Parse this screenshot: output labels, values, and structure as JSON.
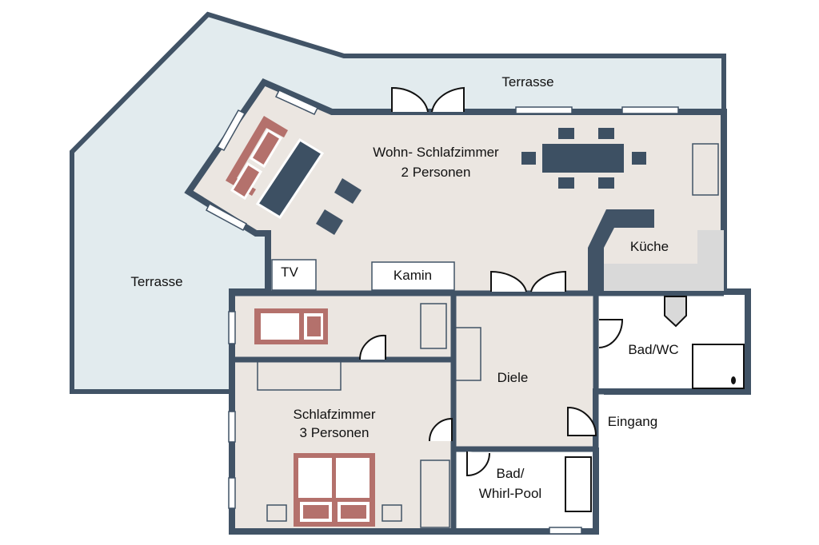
{
  "colors": {
    "wall": "#415366",
    "floor": "#ebe6e1",
    "terrace": "#e2ebee",
    "furniture_red": "#b4716c",
    "furniture_dark": "#3d5063",
    "kitchen_counter": "#d9d9d9"
  },
  "rooms": {
    "terrace_top": "Terrasse",
    "terrace_left": "Terrasse",
    "living_line1": "Wohn- Schlafzimmer",
    "living_line2": "2 Personen",
    "kitchen": "Küche",
    "tv": "TV",
    "fireplace": "Kamin",
    "bath_wc": "Bad/WC",
    "hall": "Diele",
    "entrance": "Eingang",
    "bedroom_line1": "Schlafzimmer",
    "bedroom_line2": "3 Personen",
    "whirlpool_line1": "Bad/",
    "whirlpool_line2": "Whirl-Pool"
  }
}
